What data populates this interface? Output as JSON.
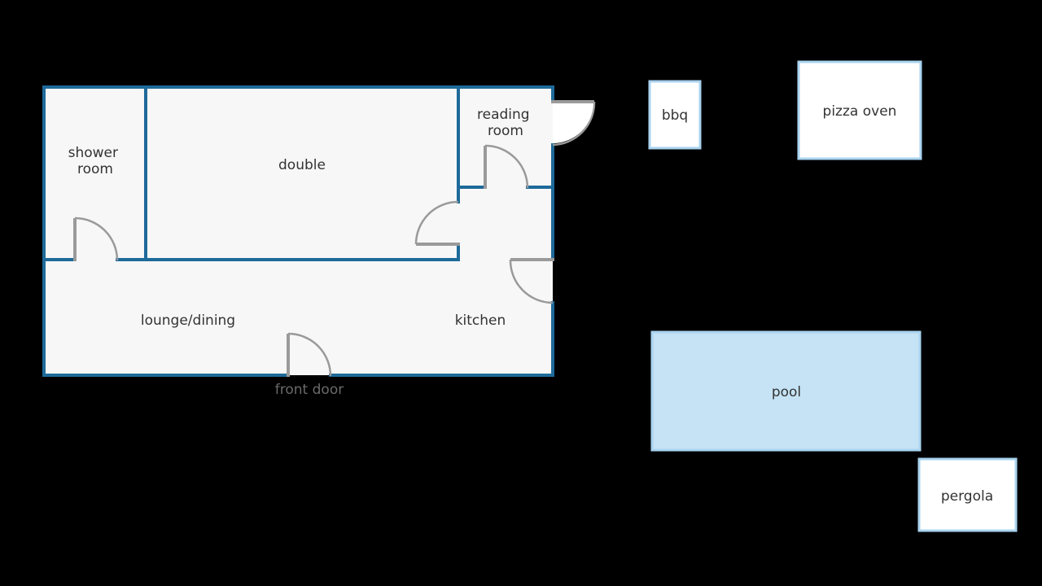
{
  "rooms": {
    "shower_room": [
      "shower",
      "room"
    ],
    "double": "double",
    "reading_room": [
      "reading",
      "room"
    ],
    "lounge_dining": "lounge/dining",
    "kitchen": "kitchen"
  },
  "front_door": "front door",
  "outdoor": {
    "bbq": "bbq",
    "pizza_oven": "pizza oven",
    "pool": "pool",
    "pergola": "pergola"
  },
  "colors": {
    "wall": "#1e6a9a",
    "floor": "#f7f7f7",
    "pool": "#c5e3f5",
    "outline": "#a9d3ef",
    "door": "#9a9a9a"
  }
}
